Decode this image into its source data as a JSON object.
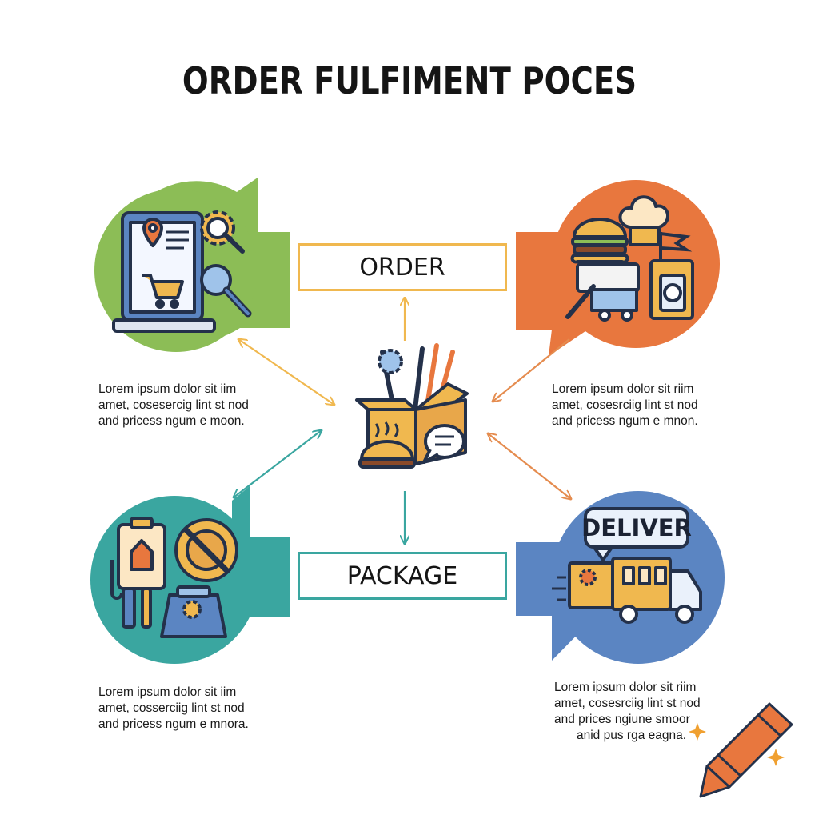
{
  "title": "ORDER FULFIMENT POCES",
  "steps": {
    "order": {
      "label": "ORDER",
      "color": "#f0b84f"
    },
    "package": {
      "label": "PACKAGE",
      "color": "#3aa6a0"
    },
    "deliver": {
      "label": "DELIVER"
    }
  },
  "descriptions": {
    "top_left": [
      "Lorem ipsum dolor sit  iim",
      "amet, cosesercig lint st nod",
      "and  pricess ngum e moon."
    ],
    "top_right": [
      "Lorem ipsum dolor sit riim",
      "amet, cosesrciig lint st nod",
      "and  pricess ngum e mnon."
    ],
    "bottom_left": [
      "Lorem ipsum dolor sit  iim",
      "amet, cosserciig lint st nod",
      "and pricess ngum e mnora."
    ],
    "bottom_right": [
      "Lorem ipsum dolor sit riim",
      "amet, cosesrciig lint st nod",
      "and  prices ngiune smoor",
      "anid pus rga eagna."
    ]
  },
  "colors": {
    "green": "#8cbd56",
    "orange": "#e8773e",
    "teal": "#3aa6a0",
    "blue": "#5b85c2",
    "arrow_orange": "#e58c4f",
    "arrow_yellow": "#f0b84f"
  },
  "icons": [
    "laptop-icon",
    "location-pin-icon",
    "gear-icon",
    "magnifier-icon",
    "shopping-cart-icon",
    "burger-icon",
    "chef-hat-icon",
    "flag-icon",
    "box-icon",
    "tools-icon",
    "speech-bubble-icon",
    "sign-icon",
    "no-entry-icon",
    "machine-icon",
    "truck-icon",
    "crayon-icon",
    "sparkle-icon"
  ]
}
